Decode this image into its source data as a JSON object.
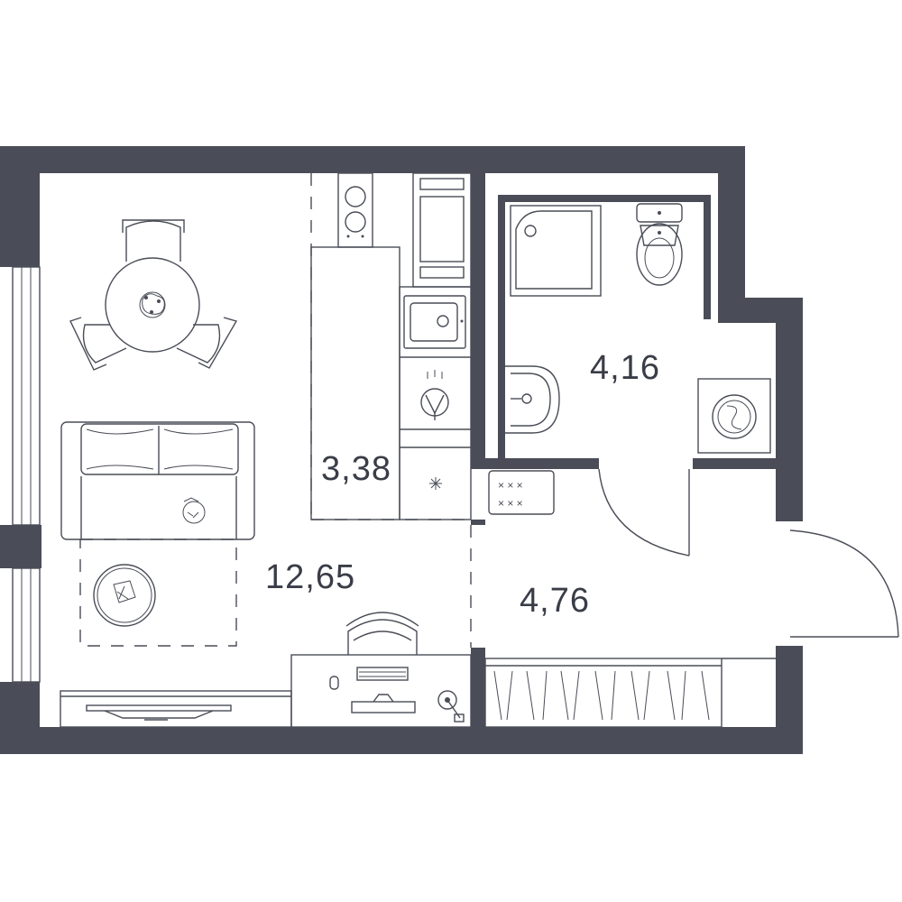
{
  "rooms": {
    "living": {
      "area": "12,65"
    },
    "kitchen": {
      "area": "3,38"
    },
    "bathroom": {
      "area": "4,16"
    },
    "hallway": {
      "area": "4,76"
    }
  },
  "colors": {
    "wall": "#4a4d57",
    "background": "#ffffff"
  },
  "icons": [
    "round-table-icon",
    "chair-icon",
    "sofa-icon",
    "rug-icon",
    "stove-icon",
    "oven-icon",
    "sink-icon",
    "faucet-icon",
    "fridge-icon",
    "shower-icon",
    "toilet-icon",
    "washbasin-icon",
    "washing-machine-icon",
    "desk-icon",
    "office-chair-icon",
    "keyboard-icon",
    "monitor-icon",
    "mouse-icon",
    "lamp-icon",
    "tv-stand-icon",
    "wardrobe-icon",
    "shoe-rack-icon",
    "door-icon",
    "window-icon"
  ]
}
